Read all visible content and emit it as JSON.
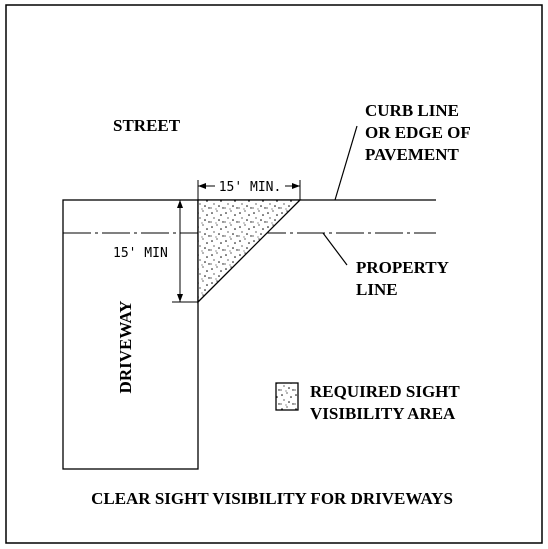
{
  "labels": {
    "street": "STREET",
    "curb_line_1": "CURB LINE",
    "curb_line_2": "OR EDGE OF",
    "curb_line_3": "PAVEMENT",
    "property_line_1": "PROPERTY",
    "property_line_2": "LINE",
    "driveway": "DRIVEWAY",
    "dim_horizontal": "15' MIN.",
    "dim_vertical": "15' MIN",
    "legend_1": "REQUIRED SIGHT",
    "legend_2": "VISIBILITY AREA",
    "caption": "CLEAR SIGHT VISIBILITY FOR DRIVEWAYS"
  }
}
